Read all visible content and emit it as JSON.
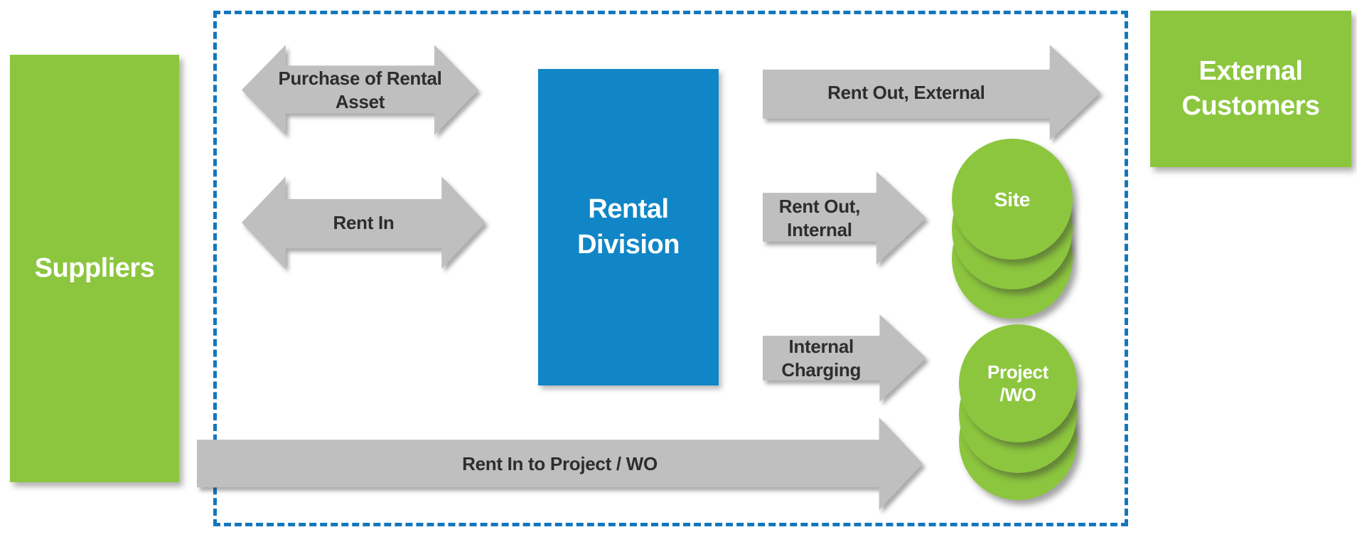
{
  "diagram": {
    "suppliers": {
      "label": "Suppliers"
    },
    "external_customers": {
      "label": [
        "External",
        "Customers"
      ]
    },
    "rental_division": {
      "label": [
        "Rental",
        "Division"
      ]
    },
    "arrows": {
      "purchase": {
        "label": [
          "Purchase of Rental",
          "Asset"
        ],
        "direction": "both"
      },
      "rent_in": {
        "label": "Rent In",
        "direction": "both"
      },
      "rent_out_external": {
        "label": "Rent Out, External",
        "direction": "right"
      },
      "rent_out_internal": {
        "label": [
          "Rent Out,",
          "Internal"
        ],
        "direction": "right"
      },
      "internal_charging": {
        "label": [
          "Internal",
          "Charging"
        ],
        "direction": "right"
      },
      "rent_in_to_project": {
        "label": "Rent In to Project / WO",
        "direction": "right"
      }
    },
    "stacks": {
      "site": {
        "label": "Site",
        "count": 3
      },
      "project_wo": {
        "label": [
          "Project",
          "/WO"
        ],
        "count": 3
      }
    }
  },
  "colors": {
    "green": "#8CC63E",
    "blue": "#1086C6",
    "dash": "#1377BD",
    "gray": "#BFBFBF",
    "arrowtext": "#2D2D2D"
  }
}
